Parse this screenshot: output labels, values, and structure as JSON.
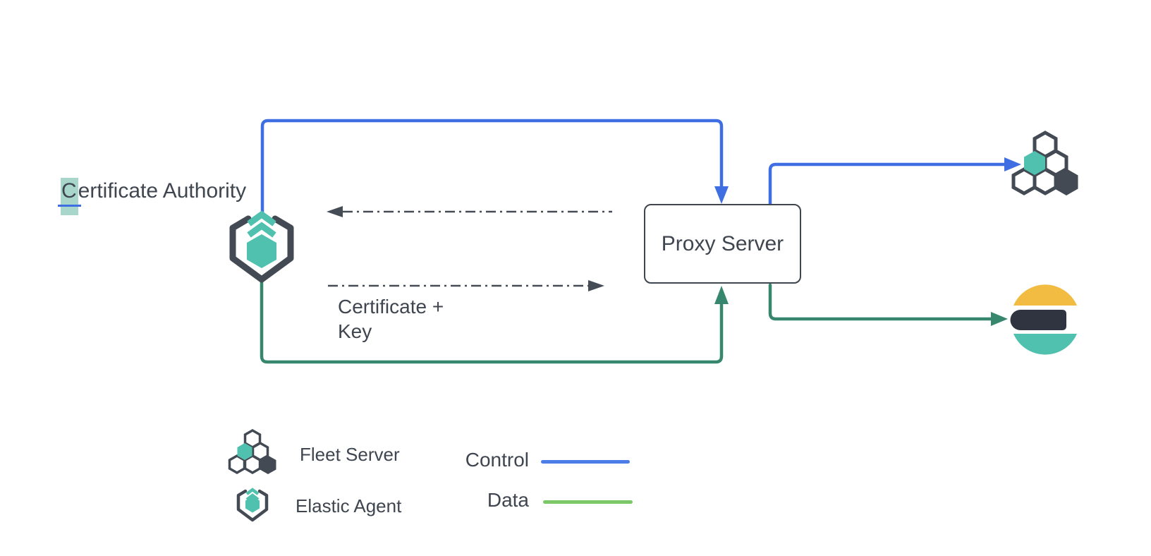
{
  "diagram": {
    "nodes": {
      "certificate_authority": {
        "highlighted_char": "C",
        "label_rest": "ertificate Authority"
      },
      "proxy_server": {
        "label": "Proxy Server"
      },
      "elastic_agent": {
        "icon": "elastic-agent-icon"
      },
      "fleet_server": {
        "icon": "fleet-server-icon"
      },
      "elasticsearch": {
        "icon": "elasticsearch-icon"
      }
    },
    "edge_labels": {
      "certificate_key": {
        "line1": "Certificate +",
        "line2": "Key"
      }
    },
    "legend": {
      "items": [
        {
          "icon": "fleet-server-icon",
          "label": "Fleet Server"
        },
        {
          "icon": "elastic-agent-icon",
          "label": "Elastic Agent"
        }
      ],
      "lines": [
        {
          "label": "Control",
          "color": "#4C7CE8"
        },
        {
          "label": "Data",
          "color": "#7CC868"
        }
      ]
    },
    "colors": {
      "control": "#3E6EE2",
      "data": "#37876F",
      "teal": "#4FC1AE",
      "dark": "#434A54",
      "connector_gray": "#454C56",
      "es_yellow": "#F2BC42",
      "es_dark": "#2F3440",
      "text": "#3F4650",
      "selection_highlight": "#A8D6CA"
    }
  }
}
